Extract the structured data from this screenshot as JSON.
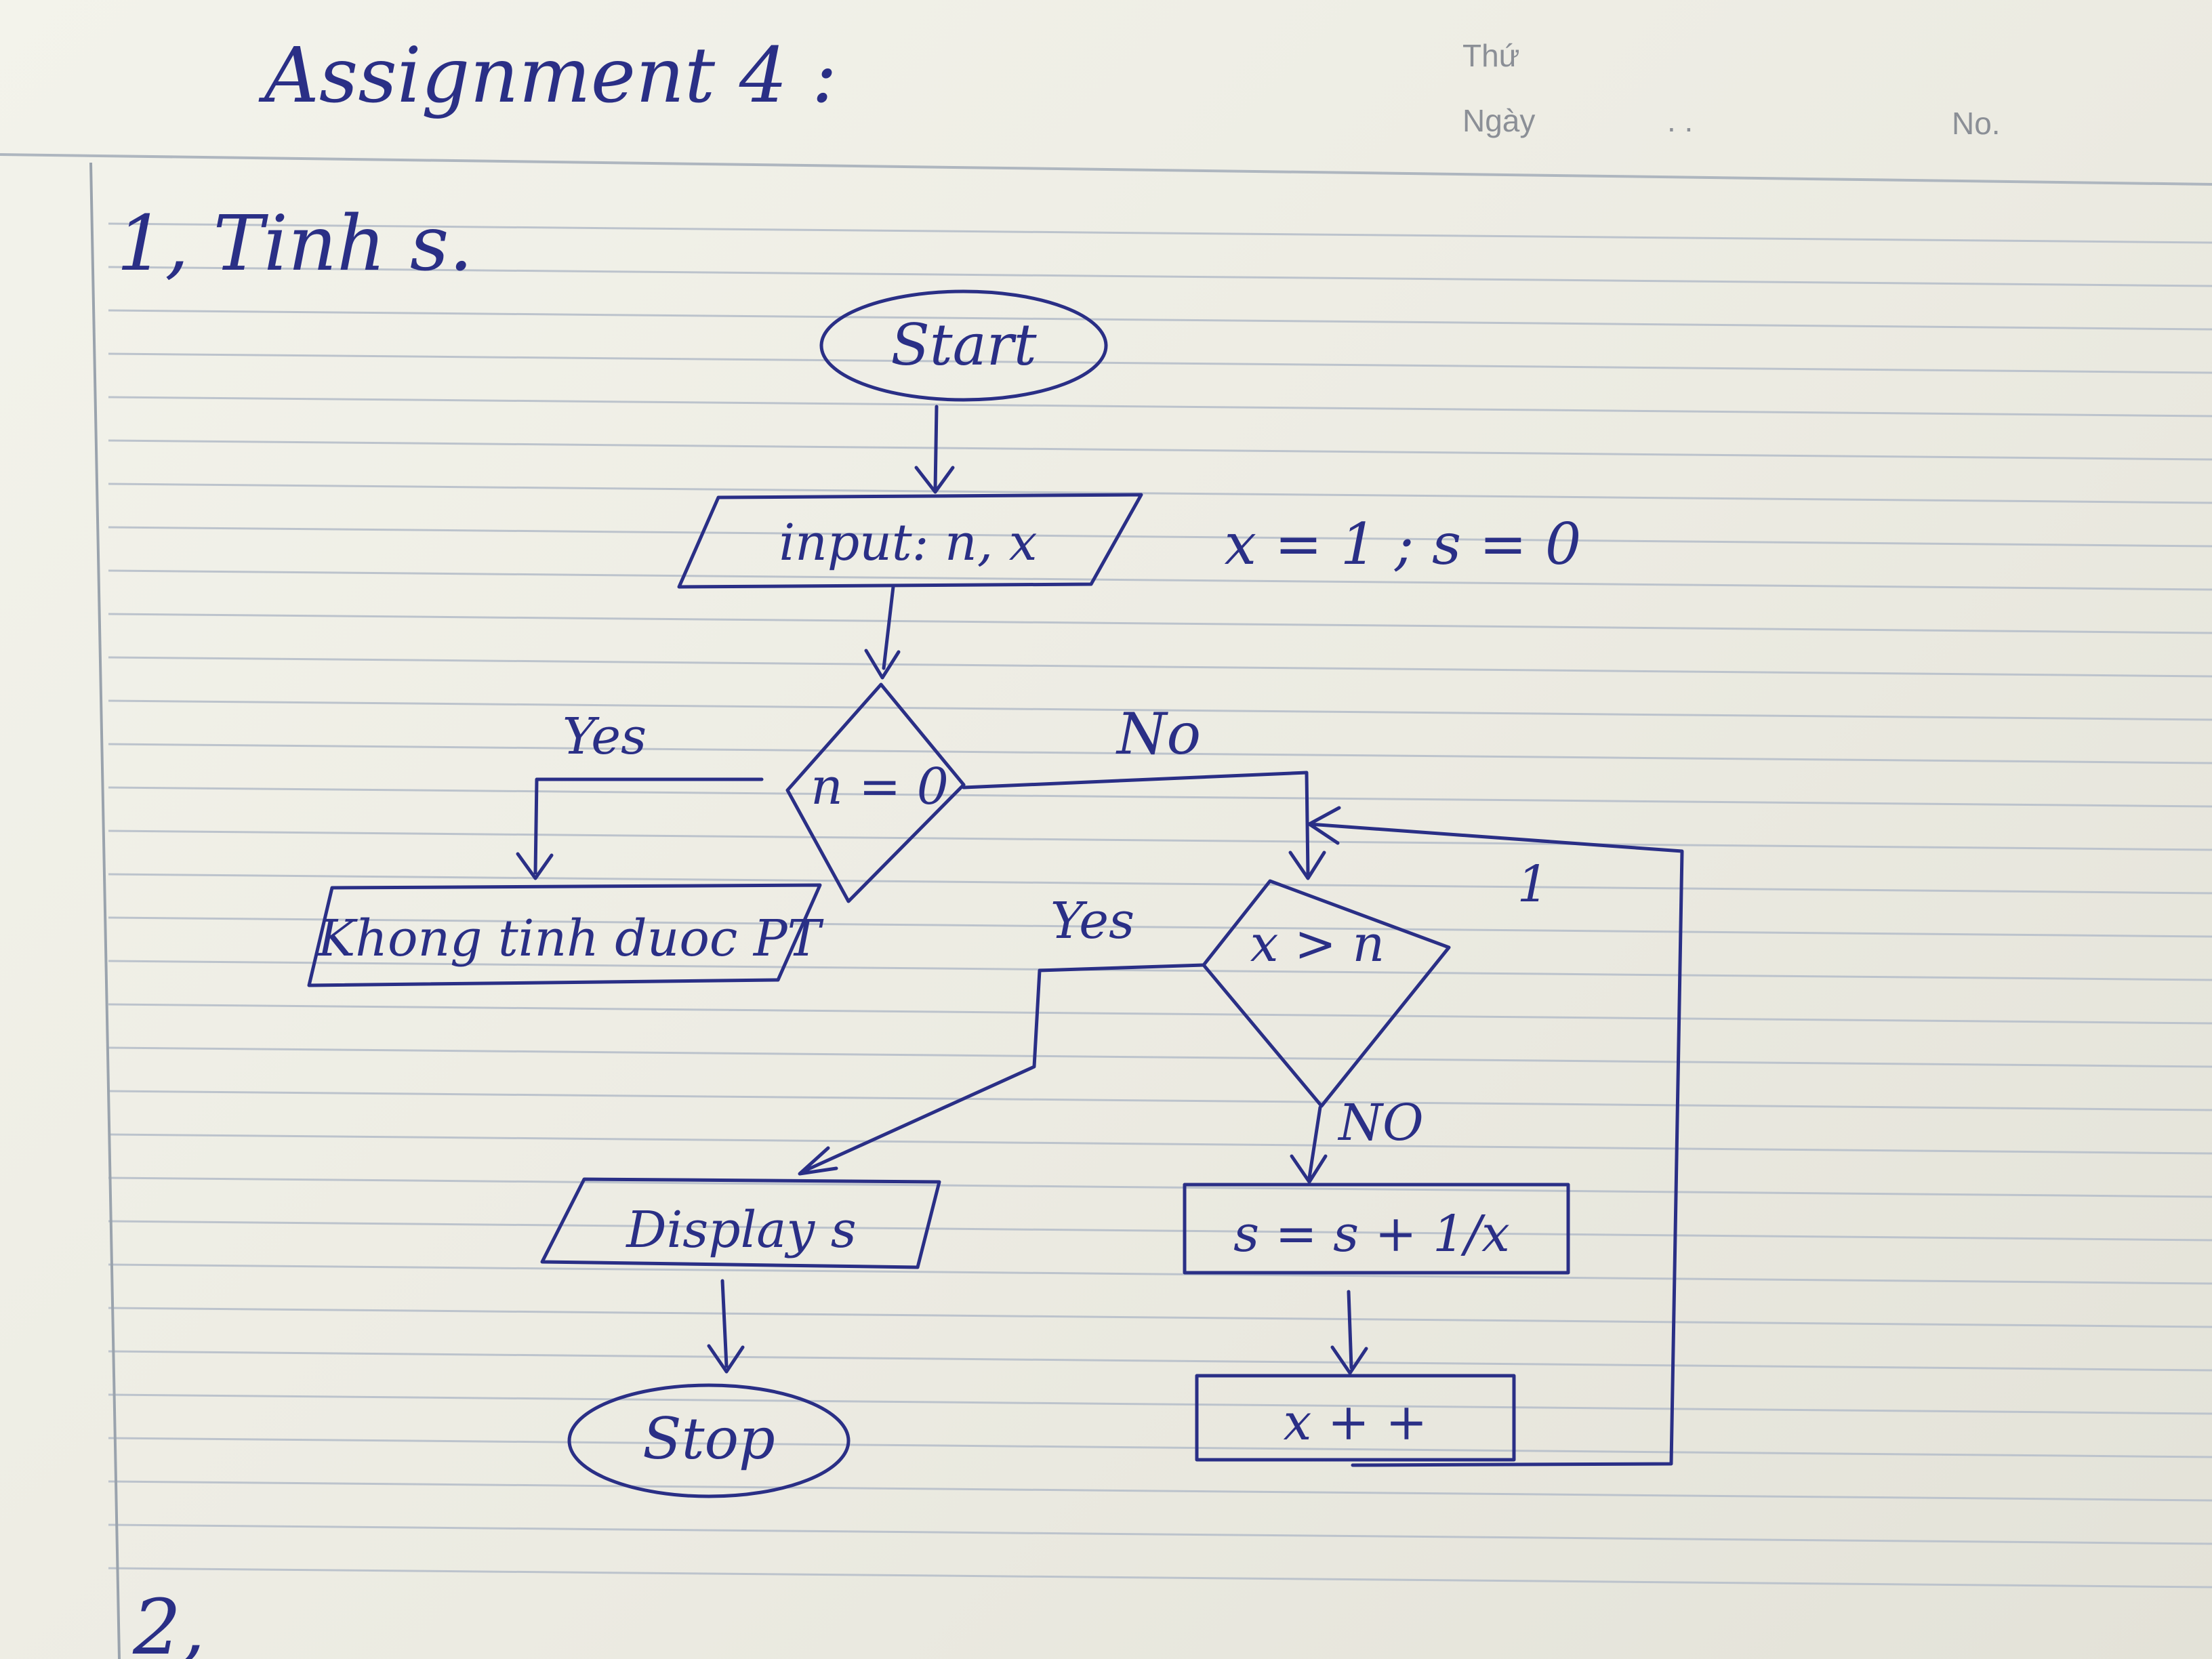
{
  "header": {
    "title": "Assignment 4 :",
    "thu_label": "Thứ",
    "ngay_label": "Ngày",
    "dots": ".        .",
    "no_label": "No."
  },
  "question1": {
    "label": "1, Tinh s."
  },
  "question2": {
    "label": "2,"
  },
  "flowchart": {
    "start": "Start",
    "input": "input: n, x",
    "init": "x = 1 ; s = 0",
    "decision1": "n = 0",
    "yes1": "Yes",
    "no1": "No",
    "error_output": "Khong tinh duoc PT",
    "decision2": "x > n",
    "yes2": "Yes",
    "no2": "NO",
    "compute": "s = s + 1/x",
    "increment": "x + +",
    "display": "Display s",
    "stop": "Stop",
    "loop_mark": "1"
  },
  "colors": {
    "ink": "#2a2f86",
    "rule": "#bcc3cc",
    "margin_line": "#9aa3ad",
    "print": "#8b8f96"
  }
}
